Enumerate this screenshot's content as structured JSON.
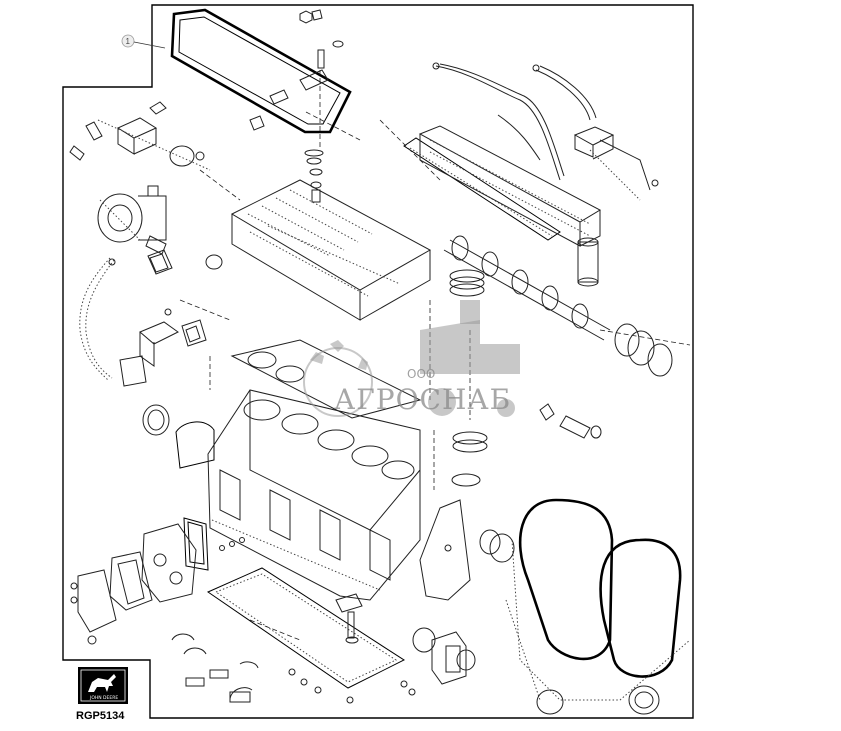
{
  "diagram": {
    "callout": "1",
    "reference_code": "RGP5134",
    "logo_text": "JOHN DEERE",
    "watermark": {
      "small": "ООО",
      "name": "АГРОСНАБ"
    },
    "colors": {
      "line": "#222222",
      "gasket": "#000000",
      "watermark": "#9a9a9a",
      "logo_bg": "#000000"
    }
  }
}
